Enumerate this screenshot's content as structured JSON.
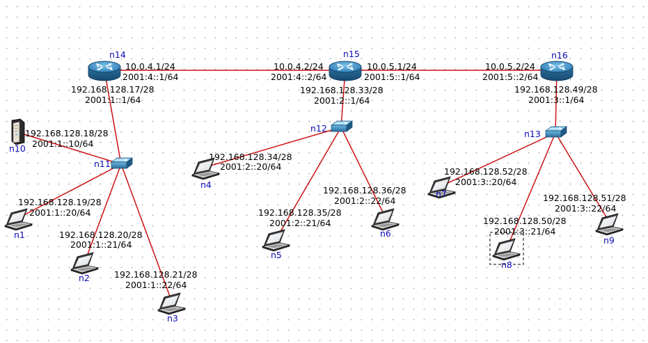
{
  "nodes": {
    "n1": "n1",
    "n2": "n2",
    "n3": "n3",
    "n4": "n4",
    "n5": "n5",
    "n6": "n6",
    "n7": "n7",
    "n8": "n8",
    "n9": "n9",
    "n10": "n10",
    "n11": "n11",
    "n12": "n12",
    "n13": "n13",
    "n14": "n14",
    "n15": "n15",
    "n16": "n16"
  },
  "icons": {
    "router": "router-icon",
    "switch": "switch-icon",
    "laptop": "laptop-icon",
    "server": "server-icon"
  },
  "colors": {
    "link": "#cc1111",
    "node_label": "#0a0ab4"
  },
  "addresses": {
    "n14_n15_v4_a": "10.0.4.1/24",
    "n14_n15_v6_a": "2001:4::1/64",
    "n14_n15_v4_b": "10.0.4.2/24",
    "n14_n15_v6_b": "2001:4::2/64",
    "n15_n16_v4_a": "10.0.5.1/24",
    "n15_n16_v6_a": "2001:5::1/64",
    "n15_n16_v4_b": "10.0.5.2/24",
    "n15_n16_v6_b": "2001:5::2/64",
    "n14_lan_v4": "192.168.128.17/28",
    "n14_lan_v6": "2001:1::1/64",
    "n15_lan_v4": "192.168.128.33/28",
    "n15_lan_v6": "2001:2::1/64",
    "n16_lan_v4": "192.168.128.49/28",
    "n16_lan_v6": "2001:3::1/64",
    "n10_v4": "192.168.128.18/28",
    "n10_v6": "2001:1::10/64",
    "n1_v4": "192.168.128.19/28",
    "n1_v6": "2001:1::20/64",
    "n2_v4": "192.168.128.20/28",
    "n2_v6": "2001:1::21/64",
    "n3_v4": "192.168.128.21/28",
    "n3_v6": "2001:1::22/64",
    "n4_v4": "192.168.128.34/28",
    "n4_v6": "2001:2::20/64",
    "n5_v4": "192.168.128.35/28",
    "n5_v6": "2001:2::21/64",
    "n6_v4": "192.168.128.36/28",
    "n6_v6": "2001:2::22/64",
    "n7_v4": "192.168.128.52/28",
    "n7_v6": "2001:3::20/64",
    "n8_v4": "192.168.128.50/28",
    "n8_v6": "2001:3::21/64",
    "n9_v4": "192.168.128.51/28",
    "n9_v6": "2001:3::22/64"
  }
}
